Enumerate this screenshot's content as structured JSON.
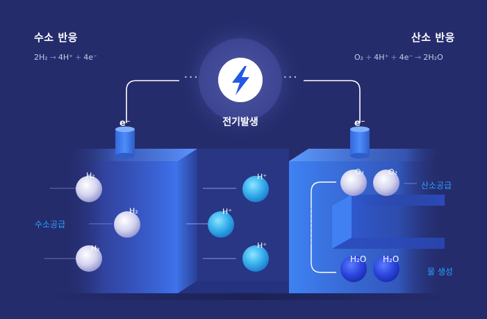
{
  "hydrogen_reaction": {
    "title": "수소 반응",
    "equation": {
      "lhs": "2H₂",
      "rhs1": "4H⁺",
      "rhs2": "4e⁻"
    }
  },
  "oxygen_reaction": {
    "title": "산소 반응",
    "equation": {
      "r1": "O₂",
      "r2": "4H⁺",
      "r3": "4e⁻",
      "p": "2H₂O"
    }
  },
  "center": {
    "label": "전기발생",
    "icon": "lightning-bolt-icon",
    "dots_left": "• • •",
    "dots_right": "• • •"
  },
  "electrode_left": {
    "label": "e⁻"
  },
  "electrode_right": {
    "label": "e⁻"
  },
  "anode": {
    "supply_label": "수소공급",
    "molecules": [
      "H₂",
      "H₂",
      "H₂"
    ]
  },
  "membrane": {
    "ions": [
      "H⁺",
      "H⁺",
      "H⁺"
    ]
  },
  "cathode": {
    "supply_label": "산소공급",
    "oxygen": [
      "O₂",
      "O₂"
    ],
    "water": [
      "H₂O",
      "H₂O"
    ],
    "output_label": "물 생성"
  },
  "colors": {
    "background": "#252c6c",
    "accent_blue": "#2aa0ff",
    "cell_blue": "#3d7bf0",
    "h2_sphere": "#c9c9ea",
    "ion_sphere": "#3fb6ee",
    "water_sphere": "#2c48d8"
  }
}
